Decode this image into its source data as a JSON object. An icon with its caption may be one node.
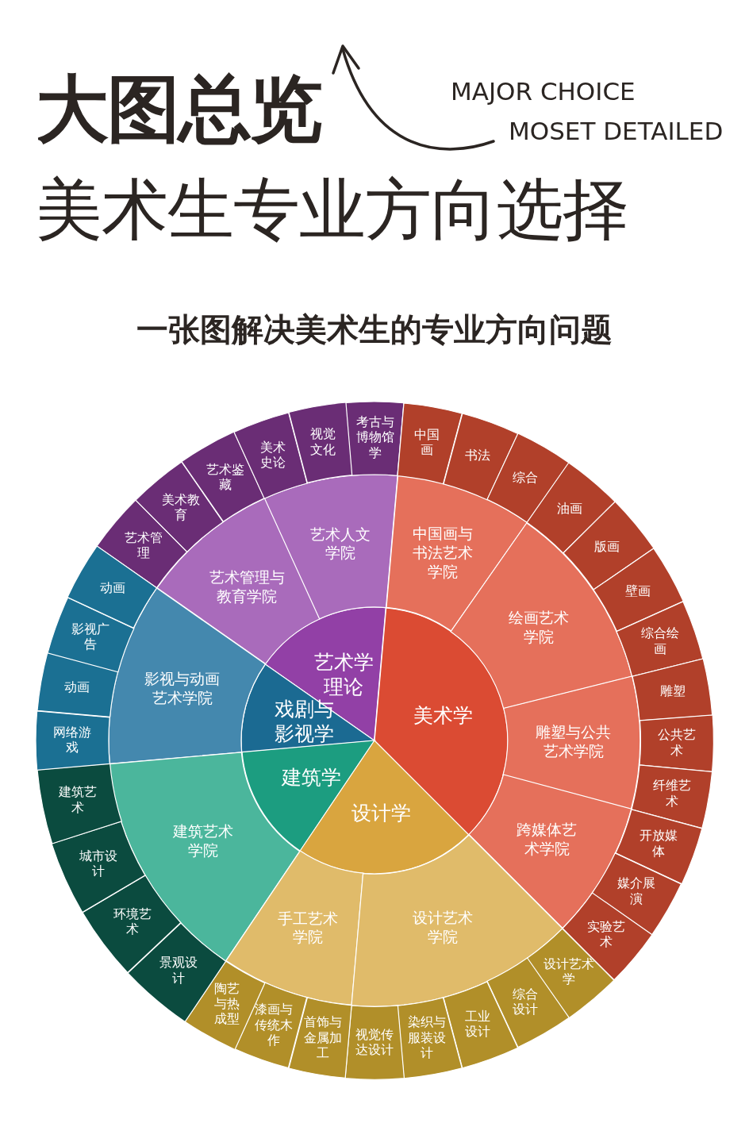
{
  "diagram": {
    "labels": [
      "大图总览",
      "MAJOR CHOICE",
      "MOSET DETAILED",
      "美术生专业方向选择",
      "一张图解决美术生的专业方向问题"
    ],
    "nodes": [
      {
        "text": [
          "艺术学理论"
        ]
      },
      {
        "text": [
          "美术学"
        ]
      },
      {
        "text": [
          "戏剧与影视学"
        ]
      },
      {
        "text": [
          "建筑学"
        ]
      },
      {
        "text": [
          "设计学"
        ]
      },
      {
        "text": [
          "艺术人文学院"
        ]
      },
      {
        "text": [
          "艺术管理与教育学院"
        ]
      },
      {
        "text": [
          "中国画与书法艺术学院"
        ]
      },
      {
        "text": [
          "绘画艺术学院"
        ]
      },
      {
        "text": [
          "影视与动画艺术学院"
        ]
      },
      {
        "text": [
          "雕塑与公共艺术学院"
        ]
      },
      {
        "text": [
          "建筑艺术学院"
        ]
      },
      {
        "text": [
          "跨媒体艺术学院"
        ]
      },
      {
        "text": [
          "手工艺术学院"
        ]
      },
      {
        "text": [
          "设计艺术学院"
        ]
      },
      {
        "text": [
          "艺术管理"
        ]
      },
      {
        "text": [
          "美术教育"
        ]
      },
      {
        "text": [
          "艺术鉴藏"
        ]
      },
      {
        "text": [
          "美术史论"
        ]
      },
      {
        "text": [
          "视觉文化"
        ]
      },
      {
        "text": [
          "考古与博物馆学"
        ]
      },
      {
        "text": [
          "中国画"
        ]
      },
      {
        "text": [
          "书法"
        ]
      },
      {
        "text": [
          "综合"
        ]
      },
      {
        "text": [
          "油画"
        ]
      },
      {
        "text": [
          "版画"
        ]
      },
      {
        "text": [
          "壁画"
        ]
      },
      {
        "text": [
          "综合绘画"
        ]
      },
      {
        "text": [
          "雕塑"
        ]
      },
      {
        "text": [
          "公共艺术"
        ]
      },
      {
        "text": [
          "纤维艺术"
        ]
      },
      {
        "text": [
          "开放媒体"
        ]
      },
      {
        "text": [
          "媒介展演"
        ]
      },
      {
        "text": [
          "实验艺术"
        ]
      },
      {
        "text": [
          "设计艺术学"
        ]
      },
      {
        "text": [
          "综合设计"
        ]
      },
      {
        "text": [
          "工业设计"
        ]
      },
      {
        "text": [
          "染织与服装设计"
        ]
      },
      {
        "text": [
          "视觉传达设计"
        ]
      },
      {
        "text": [
          "首饰与金属加工"
        ]
      },
      {
        "text": [
          "漆画与传统木作"
        ]
      },
      {
        "text": [
          "陶艺与热成型"
        ]
      },
      {
        "text": [
          "景观设计"
        ]
      },
      {
        "text": [
          "环境艺术"
        ]
      },
      {
        "text": [
          "城市设计"
        ]
      },
      {
        "text": [
          "建筑艺术"
        ]
      },
      {
        "text": [
          "网络游戏"
        ]
      },
      {
        "text": [
          "动画"
        ]
      },
      {
        "text": [
          "影视广告"
        ]
      },
      {
        "text": [
          "动画"
        ]
      }
    ]
  }
}
